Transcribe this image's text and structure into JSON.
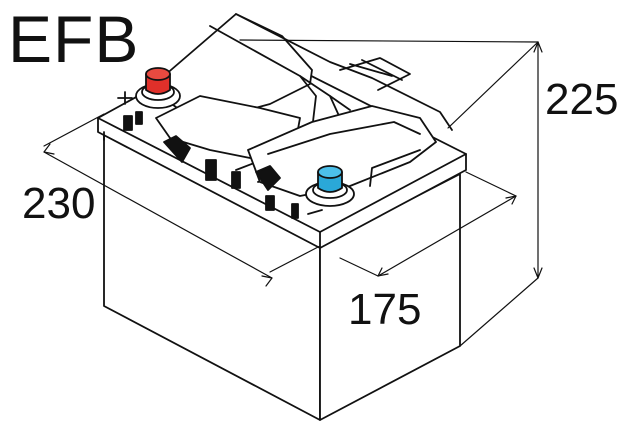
{
  "battery": {
    "type_label": "EFB",
    "dimensions": {
      "length": "230",
      "width": "175",
      "height": "225"
    }
  },
  "colors": {
    "positive_terminal": "#e0302a",
    "negative_terminal": "#2aa8d8",
    "outline": "#111111",
    "background": "#ffffff"
  }
}
